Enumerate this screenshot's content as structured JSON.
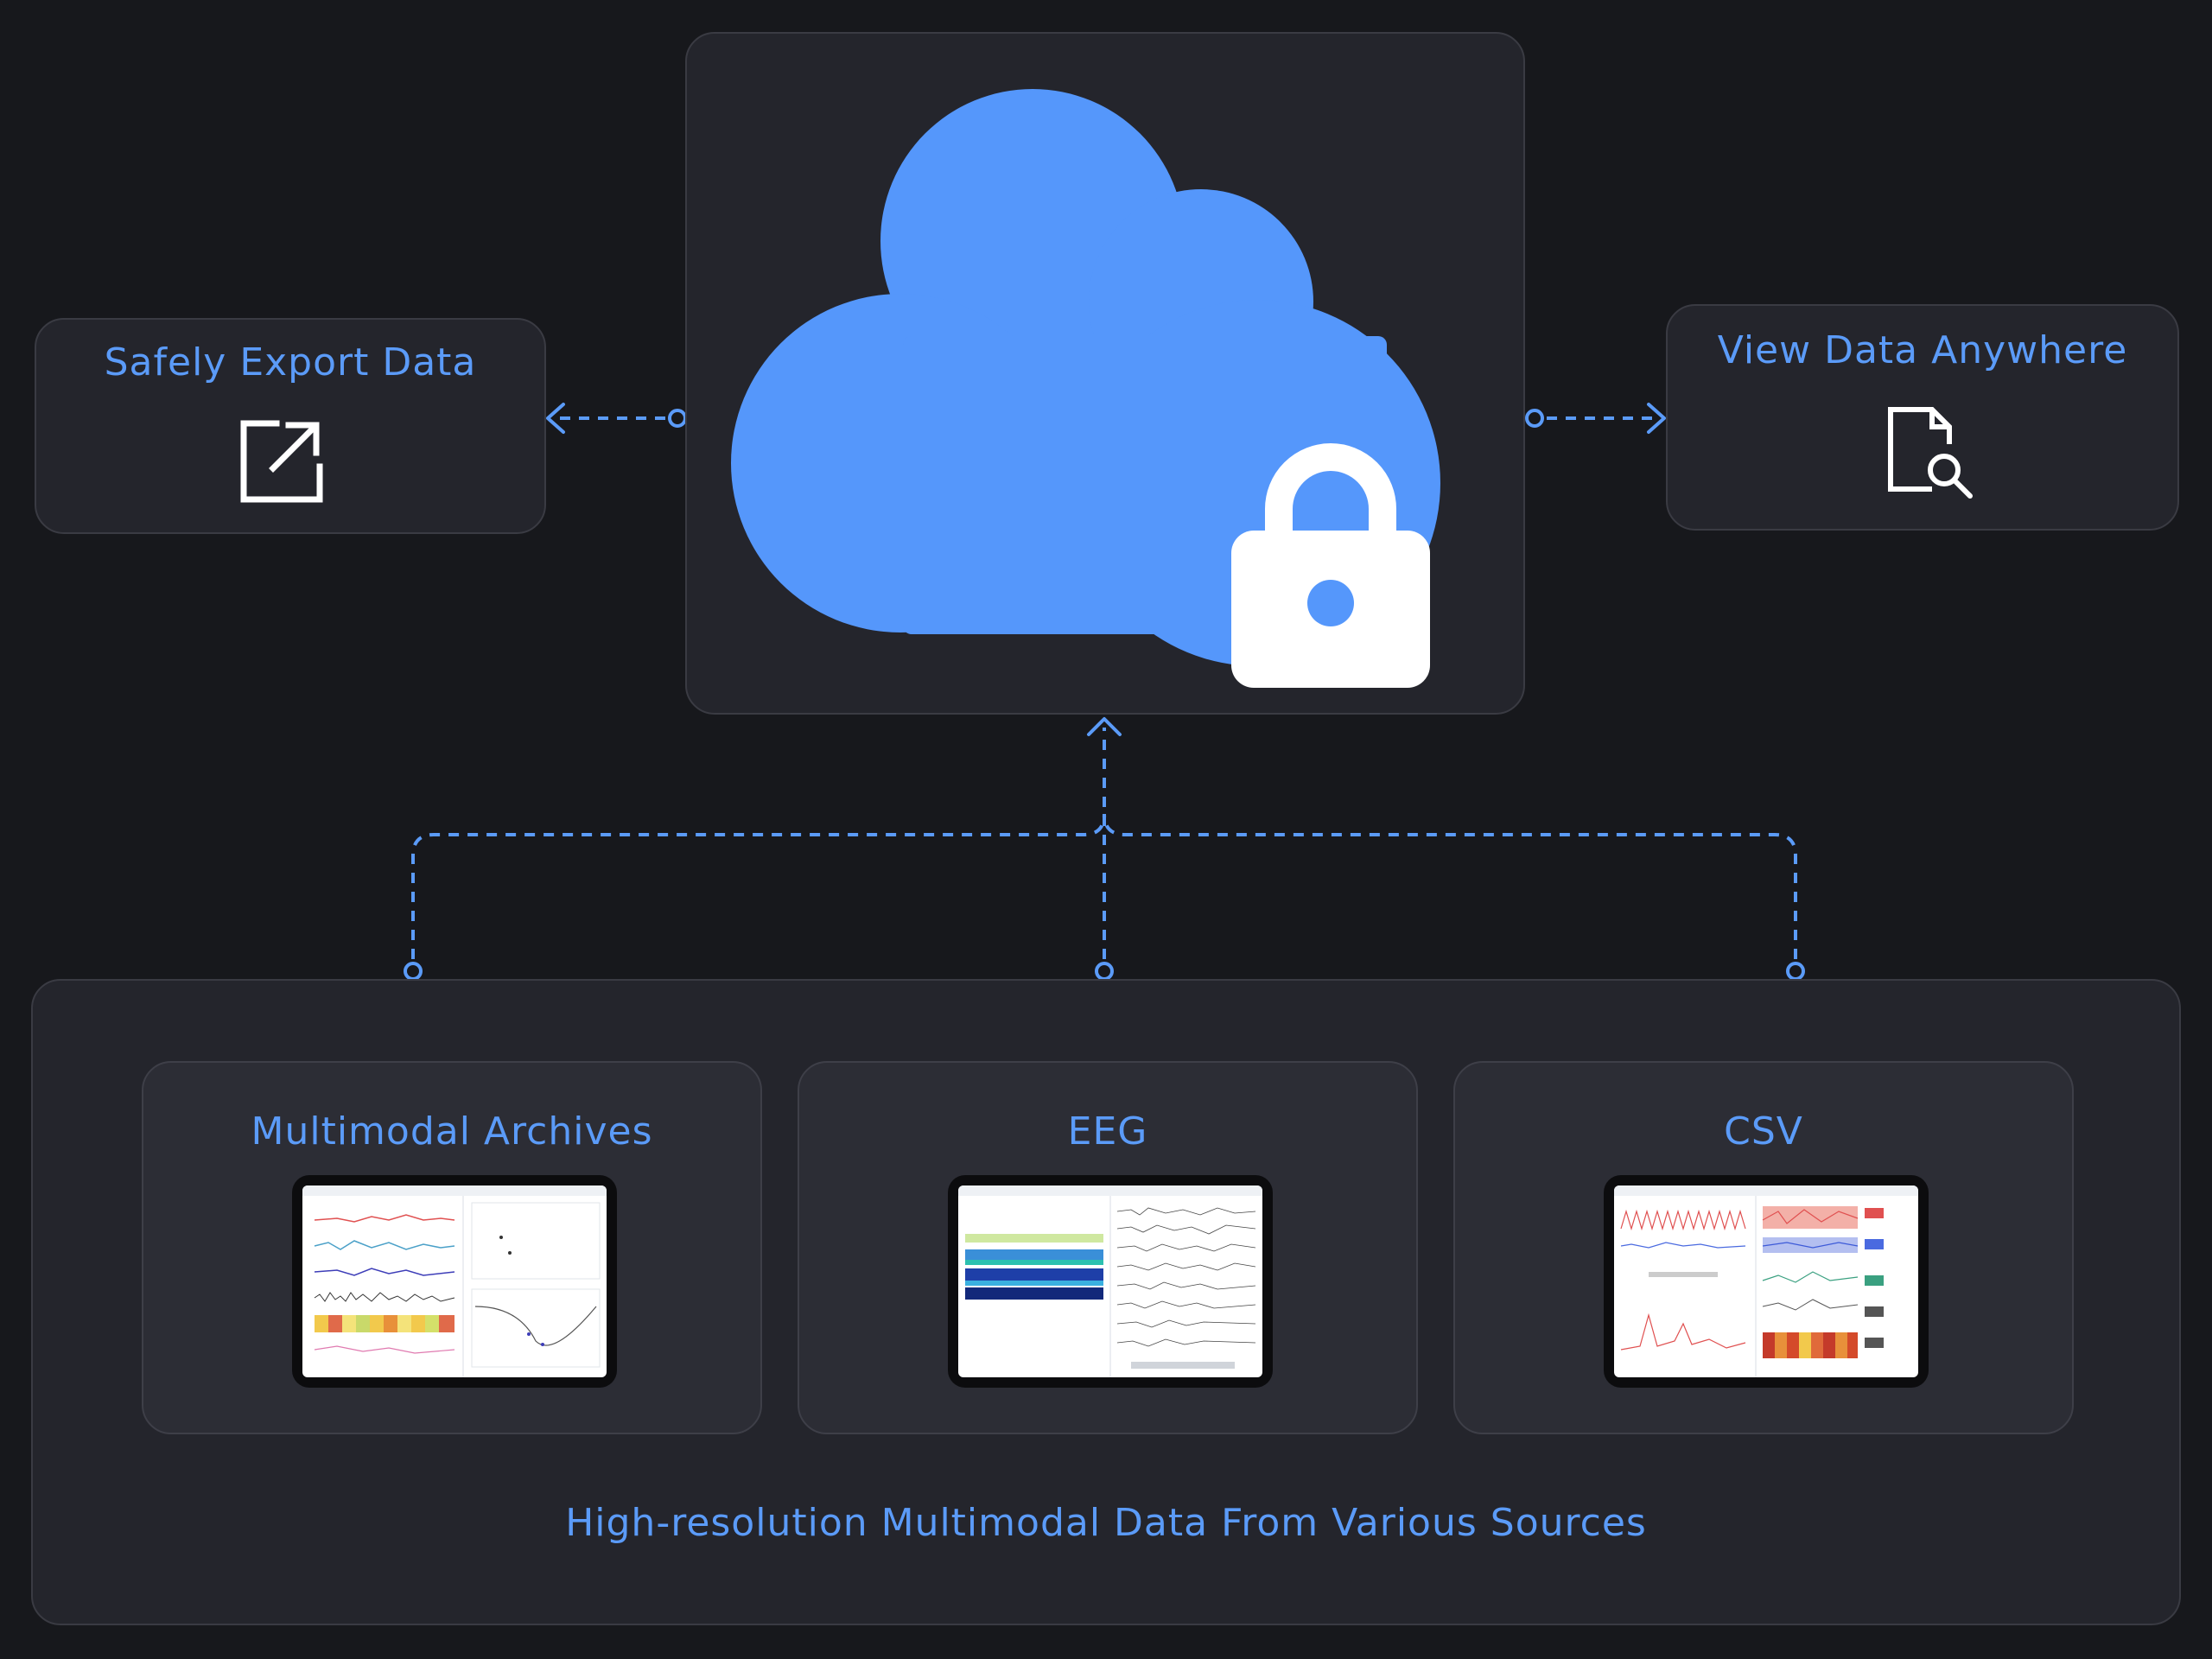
{
  "export": {
    "title": "Safely Export Data",
    "icon": "export-icon"
  },
  "view": {
    "title": "View Data Anywhere",
    "icon": "document-search-icon"
  },
  "cloud": {
    "icon": "cloud-icon",
    "lock_icon": "lock-icon",
    "color": "#5597fb"
  },
  "sources": {
    "caption": "High-resolution Multimodal Data From Various Sources",
    "items": [
      {
        "title": "Multimodal Archives",
        "thumbnail": "multimodal-archives-screenshot"
      },
      {
        "title": "EEG",
        "thumbnail": "eeg-screenshot"
      },
      {
        "title": "CSV",
        "thumbnail": "csv-screenshot"
      }
    ]
  },
  "colors": {
    "background": "#17181c",
    "card": "#24252c",
    "inner_card": "#2c2d35",
    "accent": "#5b9bf8",
    "icon": "#ffffff"
  }
}
